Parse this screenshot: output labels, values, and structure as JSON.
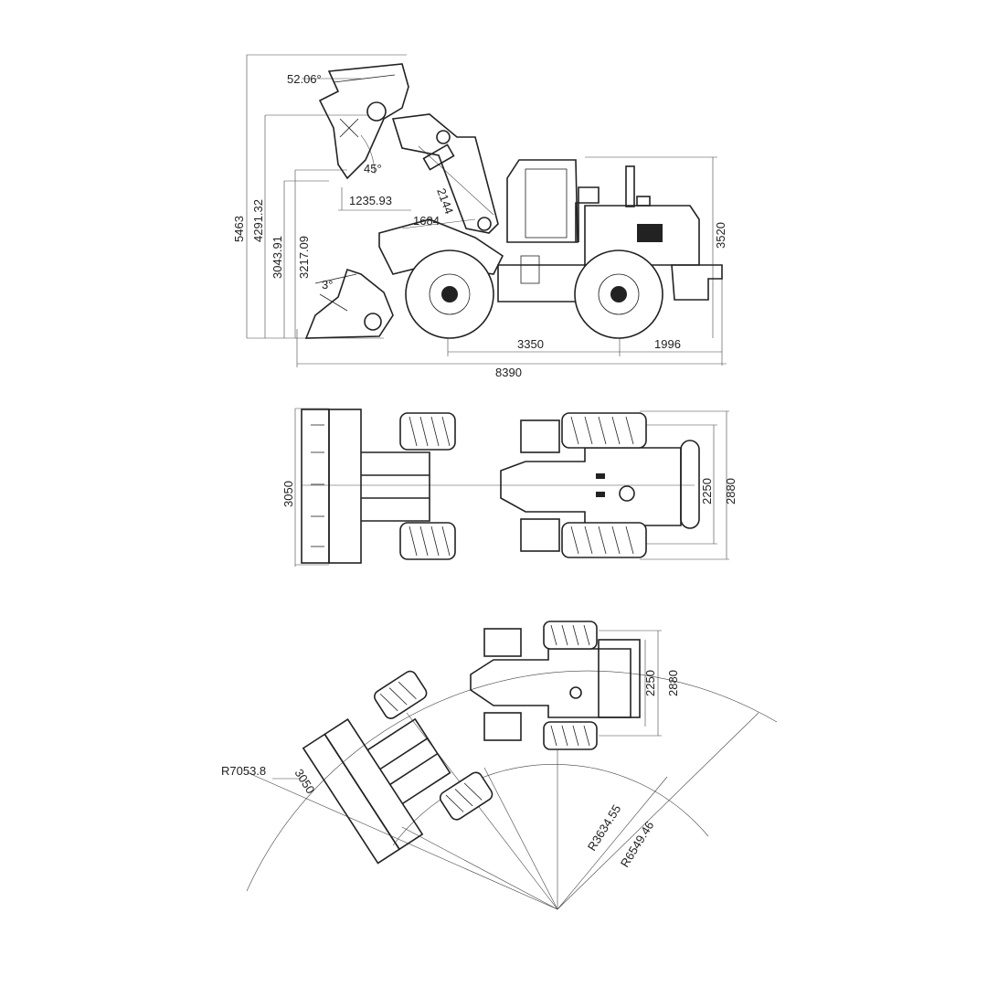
{
  "side_view": {
    "angle_top": "52.06°",
    "angle_mid": "45°",
    "angle_low": "3°",
    "reach_high": "1235.93",
    "reach_low": "1684",
    "arm_length": "2144",
    "height_total": "5463",
    "height_pin": "4291.32",
    "height_dump": "3043.91",
    "height_dump_clear": "3217.09",
    "height_cab": "3520",
    "wheelbase": "3350",
    "rear_overhang": "1996",
    "overall_length": "8390"
  },
  "top_view": {
    "bucket_width": "3050",
    "tread": "2250",
    "overall_width": "2880"
  },
  "turning_view": {
    "tread": "2250",
    "overall_width": "2880",
    "bucket_width": "3050",
    "radius_outer_bucket": "R7053.8",
    "radius_inner": "R3634.55",
    "radius_outer_tire": "R6549.46"
  }
}
